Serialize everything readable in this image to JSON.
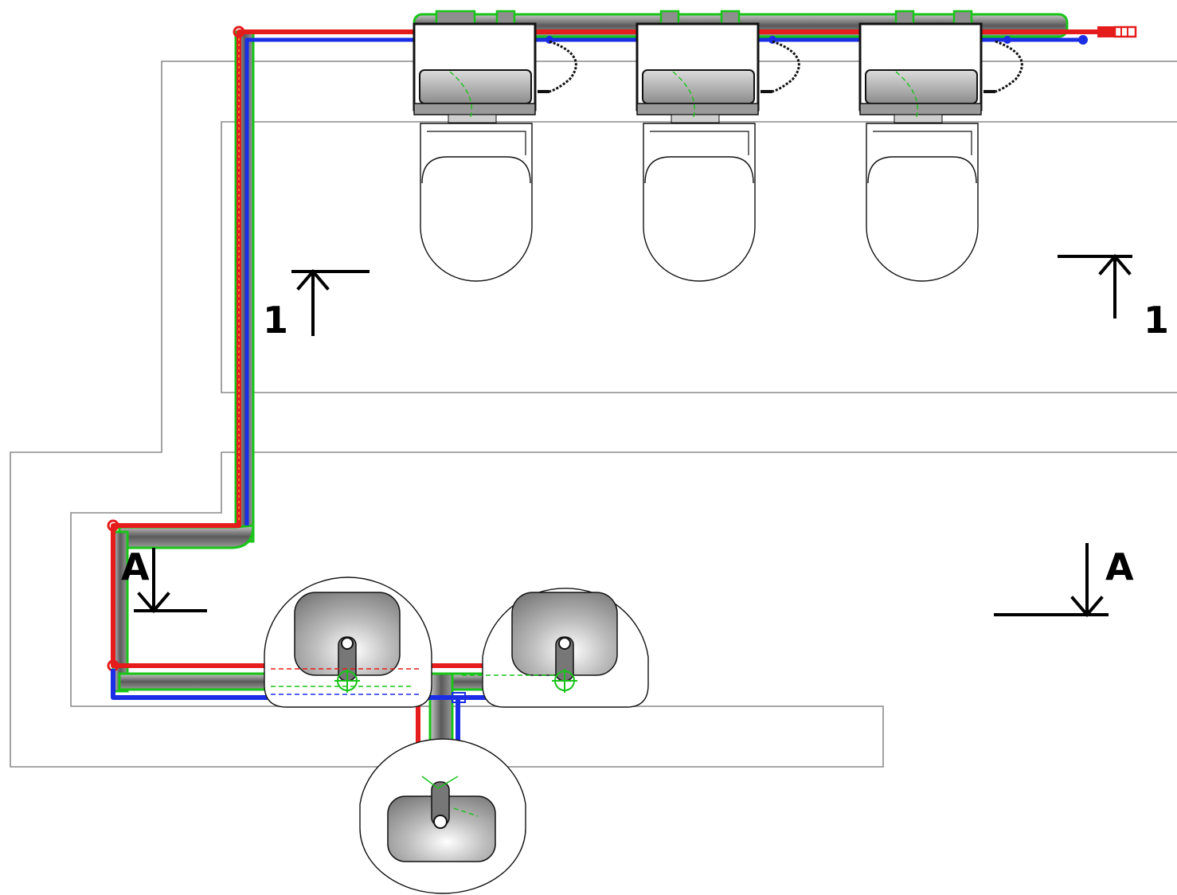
{
  "section_marks": {
    "left_1": "1",
    "right_1": "1",
    "left_a": "A",
    "right_a": "A"
  },
  "colors": {
    "hot_pipe": "#e51c1c",
    "cold_pipe": "#1c2ee5",
    "drain_pipe": "#6f6f6f",
    "drain_outline": "#18c418",
    "wall_line": "#8a8a8a"
  },
  "icons": {
    "toilet": "wc-pan-icon",
    "washbasin": "washbasin-icon",
    "cistern": "cistern-frame-icon",
    "flex_hose": "flex-hose-icon"
  }
}
